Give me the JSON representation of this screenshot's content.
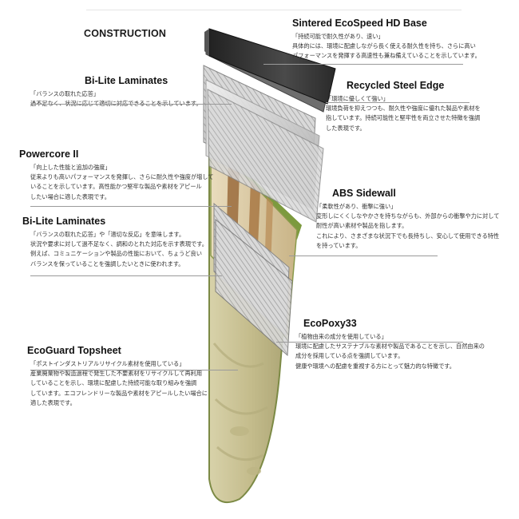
{
  "title": "CONSTRUCTION",
  "layers": [
    {
      "id": "base",
      "name": "Sintered EcoSpeed HD Base",
      "subtitle": "「持続可能で耐久性があり、速い」",
      "body": [
        "具体的には、環境に配慮しながら長く使える耐久性を持ち、さらに高い",
        "パフォーマンスを発揮する高速性も兼ね備えていることを示しています。"
      ]
    },
    {
      "id": "laminates-1",
      "name": "Bi-Lite Laminates",
      "subtitle": "「バランスの取れた応答」",
      "body": [
        "過不足なく、状況に応じて適切に対応できることを示しています。"
      ]
    },
    {
      "id": "edge",
      "name": "Recycled Steel Edge",
      "subtitle": "「環境に優しくて強い」",
      "body": [
        "環境負荷を抑えつつも、耐久性や強度に優れた製品や素材を",
        "指しています。持続可能性と堅牢性を両立させた特徴を強調",
        "した表現です。"
      ]
    },
    {
      "id": "core",
      "name": "Powercore II",
      "subtitle": "「向上した性能と追加の強度」",
      "body": [
        "従来よりも高いパフォーマンスを発揮し、さらに耐久性や強度が増して",
        "いることを示しています。高性能かつ堅牢な製品や素材をアピール",
        "したい場合に適した表現です。"
      ]
    },
    {
      "id": "sidewall",
      "name": "ABS Sidewall",
      "subtitle": "「柔軟性があり、衝撃に強い」",
      "body": [
        "変形しにくくしなやかさを持ちながらも、外部からの衝撃や力に対して",
        "耐性が高い素材や製品を指します。",
        "これにより、さまざまな状況下でも長持ちし、安心して使用できる特性",
        "を持っています。"
      ]
    },
    {
      "id": "laminates-2",
      "name": "Bi-Lite Laminates",
      "subtitle": "「バランスの取れた応答」や「適切な反応」を意味します。",
      "body": [
        "状況や要求に対して過不足なく、調和のとれた対応を示す表現です。",
        "例えば、コミュニケーションや製品の性能において、ちょうど良い",
        "バランスを保っていることを強調したいときに使われます。"
      ]
    },
    {
      "id": "epoxy",
      "name": "EcoPoxy33",
      "subtitle": "「植物由来の成分を使用している」",
      "body": [
        "環境に配慮したサステナブルな素材や製品であることを示し、自然由来の",
        "成分を採用している点を強調しています。",
        "健康や環境への配慮を重視する方にとって魅力的な特徴です。"
      ]
    },
    {
      "id": "topsheet",
      "name": "EcoGuard Topsheet",
      "subtitle": "「ポストインダストリアルリサイクル素材を使用している」",
      "body": [
        "産業廃棄物や製造過程で発生した不要素材をリサイクルして再利用",
        "していることを示し、環境に配慮した持続可能な取り組みを強調",
        "しています。エコフレンドリーな製品や素材をアピールしたい場合に",
        "適した表現です。"
      ]
    }
  ],
  "colors": {
    "base": "#3a3a3a",
    "edge": "#6e6e6e",
    "laminate": "#cfcfcf",
    "core": "#d8c6a0",
    "core_stripe": "#9a6b3c",
    "sidewall": "#6f8a3a",
    "topsheet": "#c9c39a",
    "leader": "#9a9a9a"
  }
}
